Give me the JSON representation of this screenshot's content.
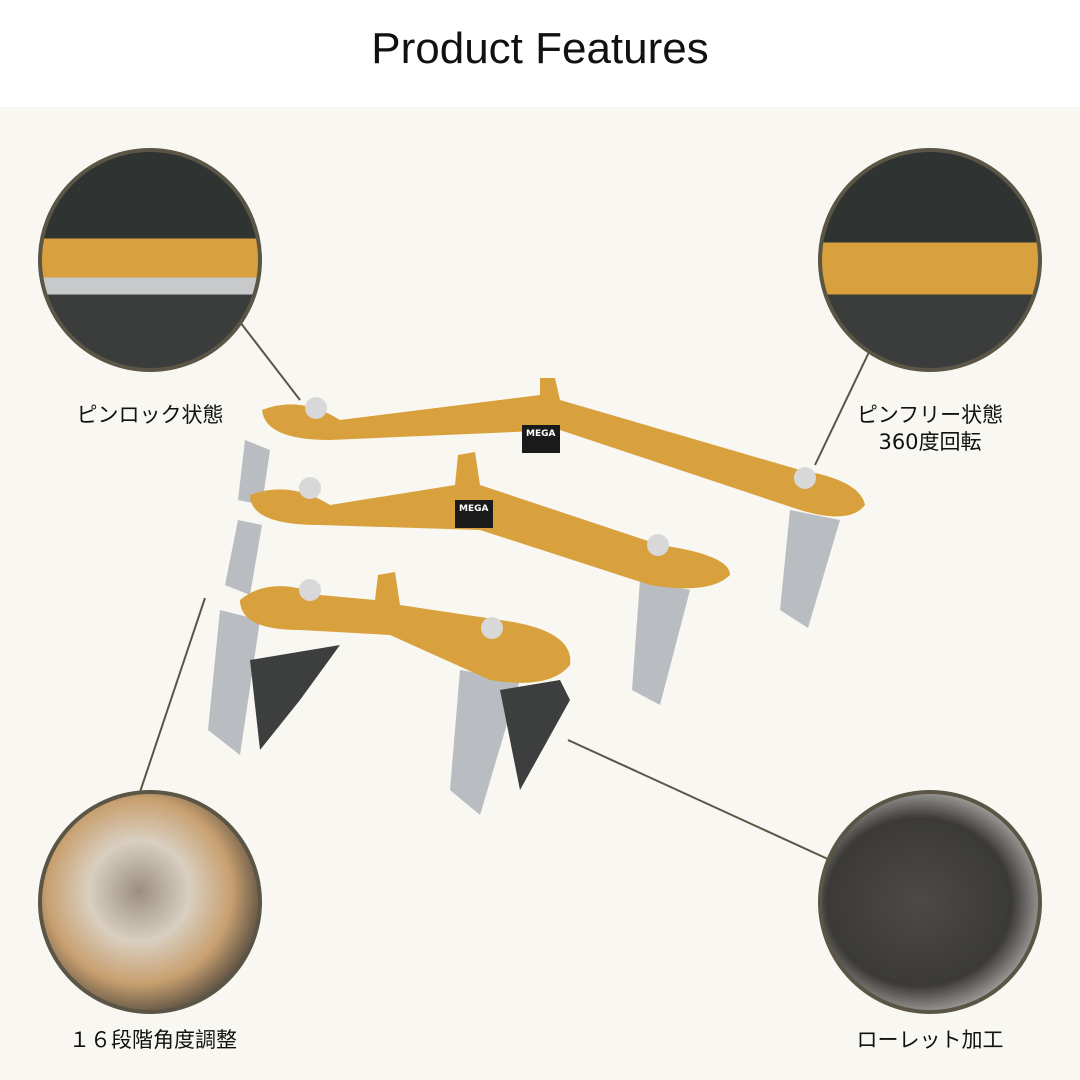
{
  "header": {
    "title": "Product Features"
  },
  "features": [
    {
      "label": "ピンロック状態"
    },
    {
      "label": "ピンフリー状態",
      "sublabel": "360度回転"
    },
    {
      "label": "１６段階角度調整"
    },
    {
      "label": "ローレット加工"
    }
  ],
  "product": {
    "brand": "MEGA"
  },
  "colors": {
    "background": "#f8f7f2",
    "accent_gold": "#d9a13d",
    "border": "#5b5546"
  }
}
